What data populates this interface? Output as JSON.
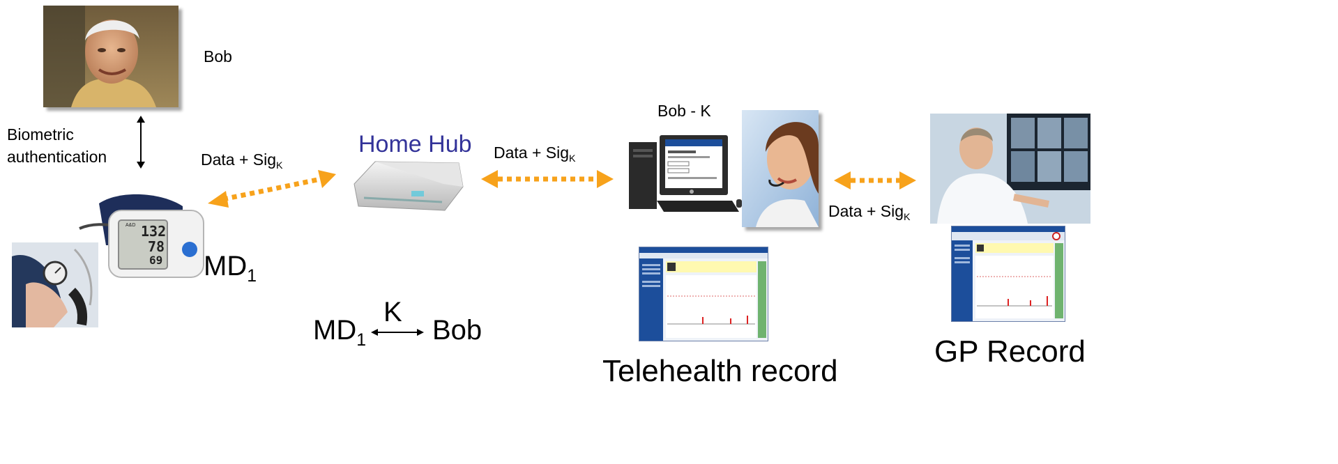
{
  "labels": {
    "bob": "Bob",
    "biometric_line1": "Biometric",
    "biometric_line2": "authentication",
    "data_sig_base": "Data + Sig",
    "data_sig_sub": "K",
    "home_hub": "Home Hub",
    "bob_k": "Bob - K",
    "md_base": "MD",
    "md_sub": "1",
    "relation_key": "K",
    "relation_bob": "Bob",
    "telehealth_record": "Telehealth record",
    "gp_record": "GP Record"
  },
  "colors": {
    "arrow": "#F7A21B",
    "home_hub_text": "#333399",
    "record_window": "#1C4E9B"
  },
  "icons": {
    "patient_photo": "elderly-man-photo",
    "cuff_photo": "blood-pressure-cuff-photo",
    "bp_monitor": "blood-pressure-monitor",
    "hub": "home-hub-router",
    "computer": "desktop-computer",
    "operator": "call-center-operator-photo",
    "doctor": "doctor-xray-photo"
  },
  "monitor_display": {
    "systolic": "132",
    "diastolic": "78",
    "pulse": "69"
  }
}
